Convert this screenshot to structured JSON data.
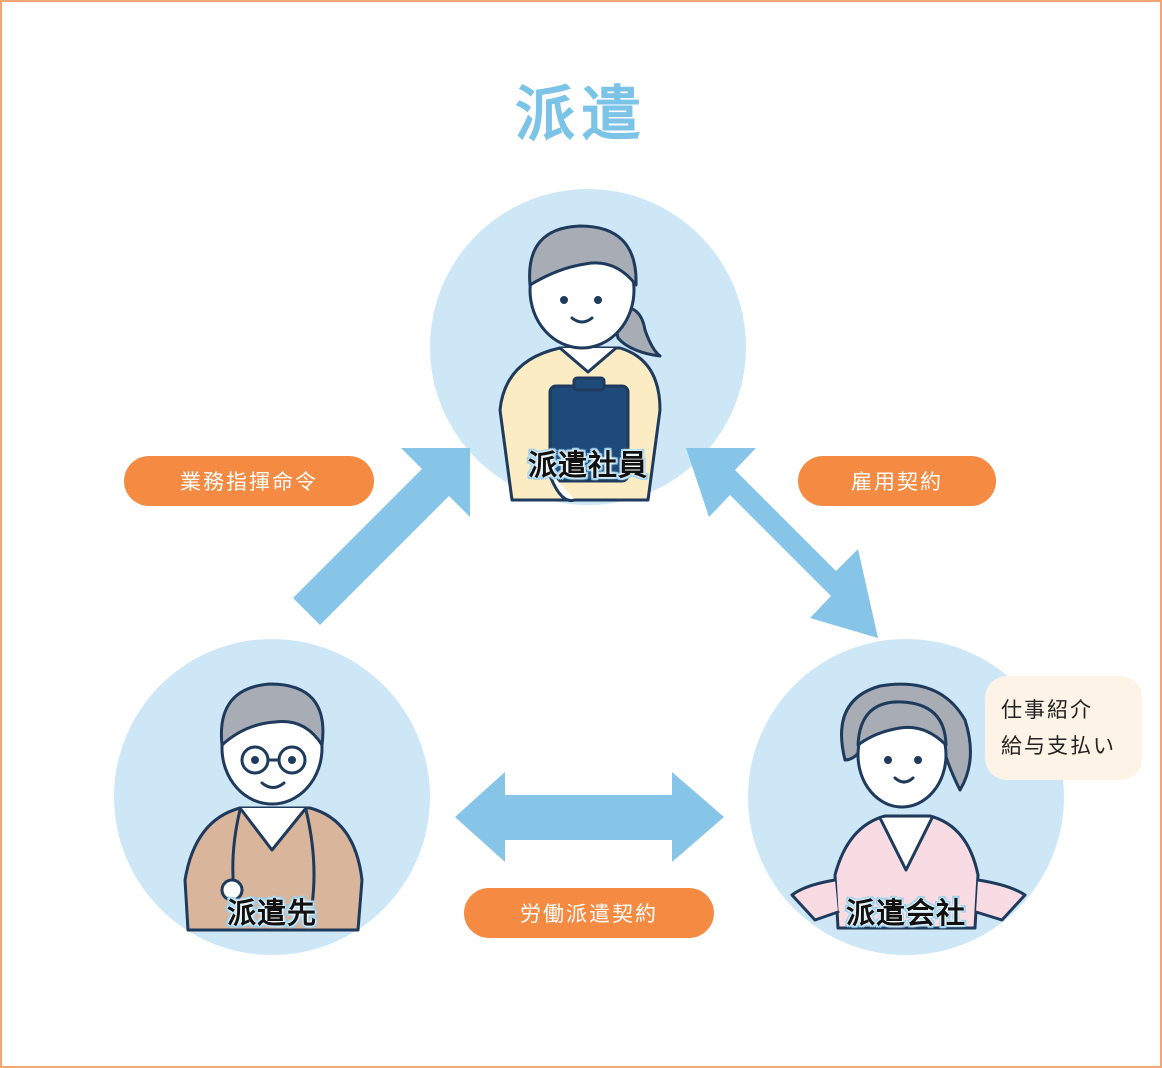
{
  "title": "派遣",
  "nodes": {
    "employee": {
      "label": "派遣社員"
    },
    "client": {
      "label": "派遣先"
    },
    "agency": {
      "label": "派遣会社"
    }
  },
  "relations": {
    "command": {
      "label": "業務指揮命令"
    },
    "employment": {
      "label": "雇用契約"
    },
    "dispatch": {
      "label": "労働派遣契約"
    }
  },
  "agency_note": {
    "line1": "仕事紹介",
    "line2": "給与支払い"
  },
  "colors": {
    "accent": "#7cc3e8",
    "arrow": "#86c4e8",
    "circle": "#cde7f7",
    "pill": "#f58a42",
    "bubble": "#fdf3e6",
    "frame": "#f4a574"
  },
  "icons": {
    "employee": "nurse-with-clipboard-illustration",
    "client": "doctor-with-glasses-illustration",
    "agency": "woman-in-pink-jacket-illustration"
  }
}
